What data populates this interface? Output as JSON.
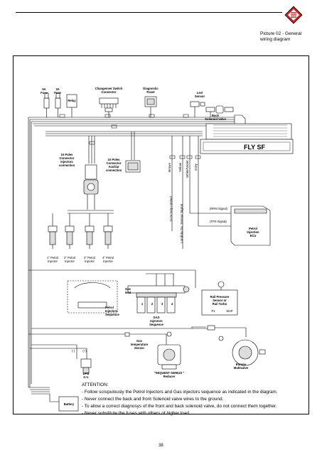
{
  "header": {
    "caption_line1": "Picture 02 - General",
    "caption_line2": "wiring diagram"
  },
  "components": {
    "fuse_5a": "5A\nFuse",
    "fuse_3a": "3A\nFuse",
    "relay": "Relay",
    "changeover_switch": "Changeover Switch\nConnector",
    "diagnostic_panel": "Diagnostic\nPanel",
    "level_sensor": "Levl\nSensor",
    "back_solenoid": "Back\nSolenoid Valve",
    "fly_sf": "FLY SF",
    "connector_10_injectors": "10 Poles\nConnector\nInjectors\nconnection",
    "connector_10_auxiliar": "10 Poles\nConnector\nAuxiliar\nconnection",
    "rpm_signal": "(RPM Signal)",
    "tps_signal": "(TPS Signal)",
    "petrol_ecu": "Petrol\nInjection\nECU",
    "petrol_injector_1": "1° Petrol\nInjector",
    "petrol_injector_2": "2° Petrol\nInjector",
    "petrol_injector_3": "3° Petrol\nInjector",
    "petrol_injector_4": "4° Petrol\nInjector",
    "gas_inlet": "Gas\ninlet",
    "petrol_sequence": "Petrol\nInjectors\nSequence",
    "gas_sequence": "GAS\nInjectors\nSequence",
    "rail_pressure": "Rail Pressure\nSensor or\nRail Turbo",
    "gas_temp": "Gas\ntemperature\nSensor",
    "sequent_genius": "\"SEQUENT GENIUS \"\nReducer",
    "lpg_sv": "LPG\nS.V.",
    "europa_multivalve": "Europa\nMultivalve",
    "battery": "Battery",
    "minus": "(-)",
    "plus": "(+)",
    "p1": "P1",
    "map": "MAP",
    "injector_nums": [
      "1",
      "2",
      "3",
      "4"
    ]
  },
  "wire_labels": {
    "brown": "Brown",
    "yellow": "Yellow",
    "white_violet": "White/Violet",
    "grey": "Grey",
    "key_contact": "+12V Key contact",
    "lambda": "Lambda Ox. Sensor Signal"
  },
  "attention": {
    "title": "ATTENTION:",
    "lines": [
      "- Follow scrupulously the Petrol Injectors and Gas injectors sequence as indicated in the diagram.",
      "- Never connect the back and front Solenoid valve wires to the ground.",
      "- To allow a correct diagnosys of the front and back solenoid valve, do not connect them together.",
      "- Never substitute the fuses with others of higher load."
    ]
  },
  "page_number": "38"
}
